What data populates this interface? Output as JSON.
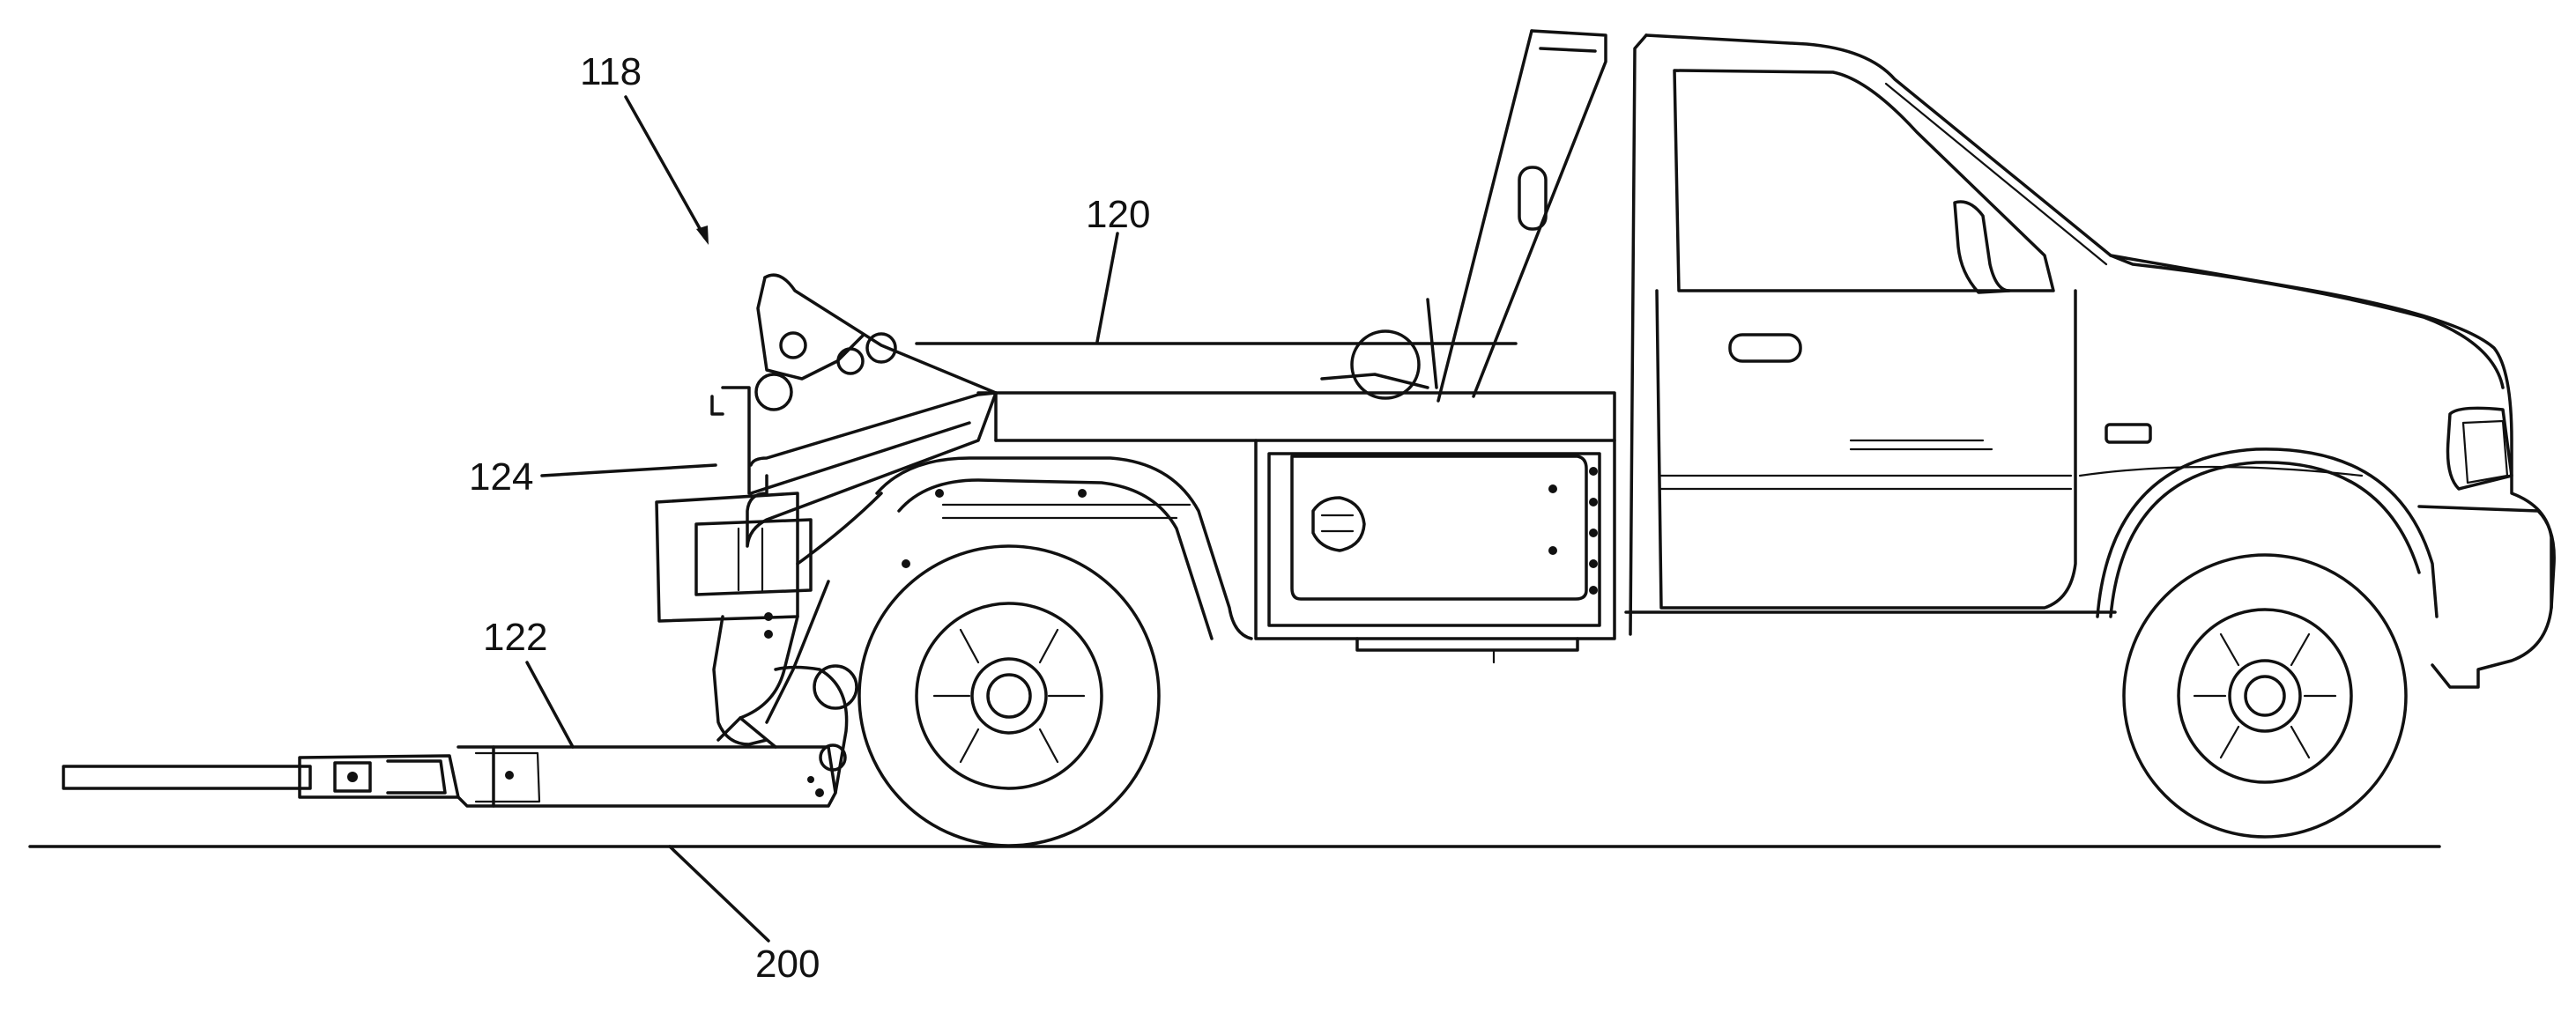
{
  "figure": {
    "reference_numerals": {
      "truck_assembly": "118",
      "body": "120",
      "underlift": "122",
      "boom": "124",
      "ground": "200"
    }
  }
}
